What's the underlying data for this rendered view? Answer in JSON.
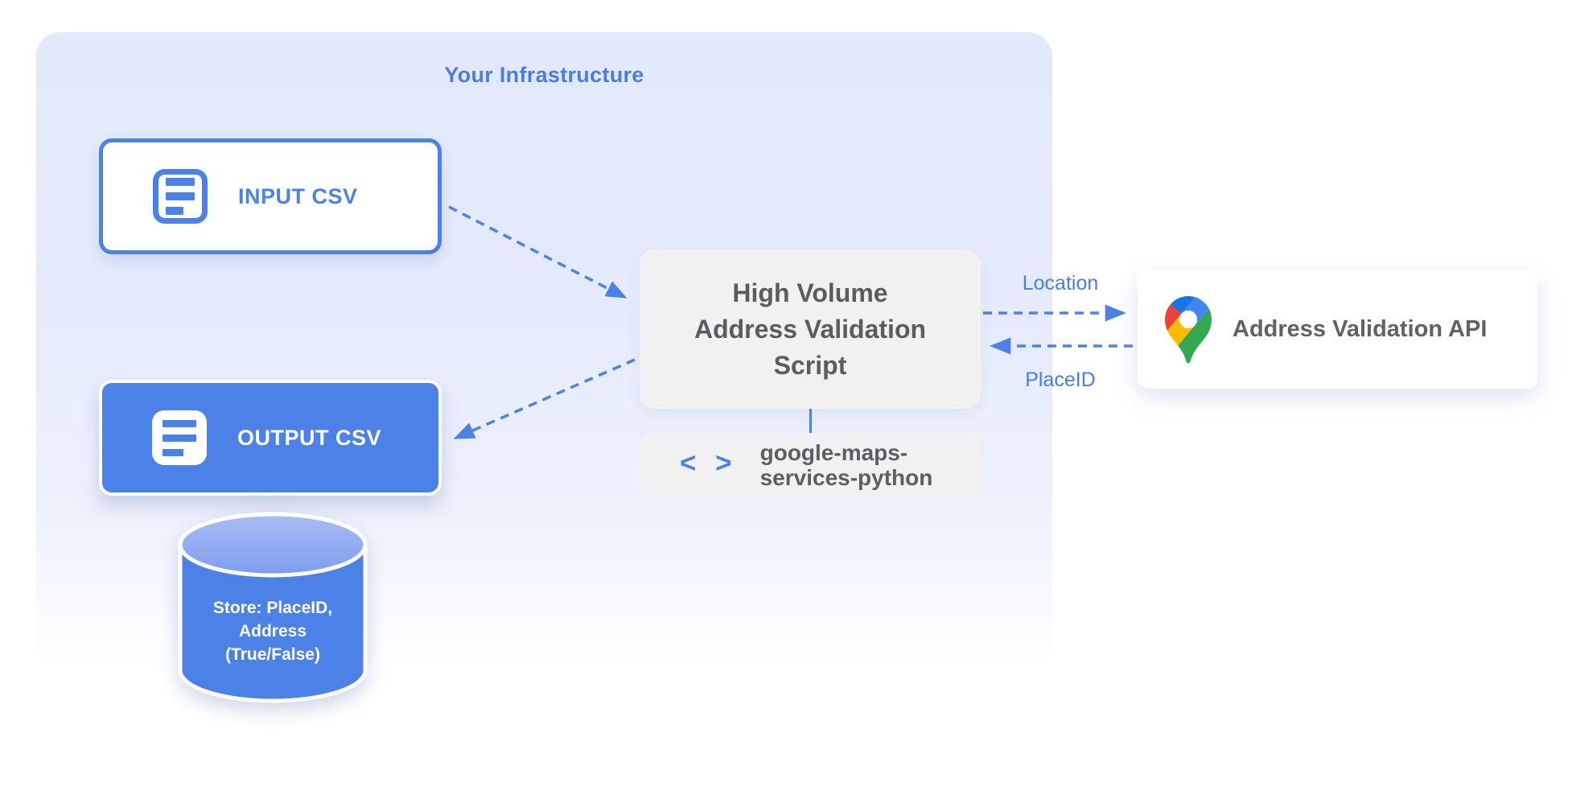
{
  "diagram": {
    "title": "Your Infrastructure",
    "nodes": {
      "input_csv": {
        "label": "INPUT CSV"
      },
      "output_csv": {
        "label": "OUTPUT CSV"
      },
      "datastore": {
        "line1": "Store: PlaceID,",
        "line2": "Address",
        "line3": "(True/False)"
      },
      "script": {
        "line1": "High Volume",
        "line2": "Address Validation",
        "line3": "Script"
      },
      "library": {
        "icon_glyph": "< >",
        "line1": "google-maps-",
        "line2": "services-python"
      },
      "api": {
        "label": "Address Validation API"
      }
    },
    "edge_labels": {
      "location": "Location",
      "placeid": "PlaceID"
    },
    "colors": {
      "accent_blue": "#4c82e8",
      "container_top": "#e2e9fa",
      "node_gray": "#f1f1f2",
      "text_gray": "#5b5c5f",
      "cylinder_top_light": "#aabdf3",
      "cylinder_top_dark": "#7d9def",
      "pin_dark_blue": "#1a73e8",
      "pin_red": "#ea4335",
      "pin_blue": "#4285f4",
      "pin_yellow": "#fbbc04",
      "pin_green": "#34a853"
    }
  }
}
